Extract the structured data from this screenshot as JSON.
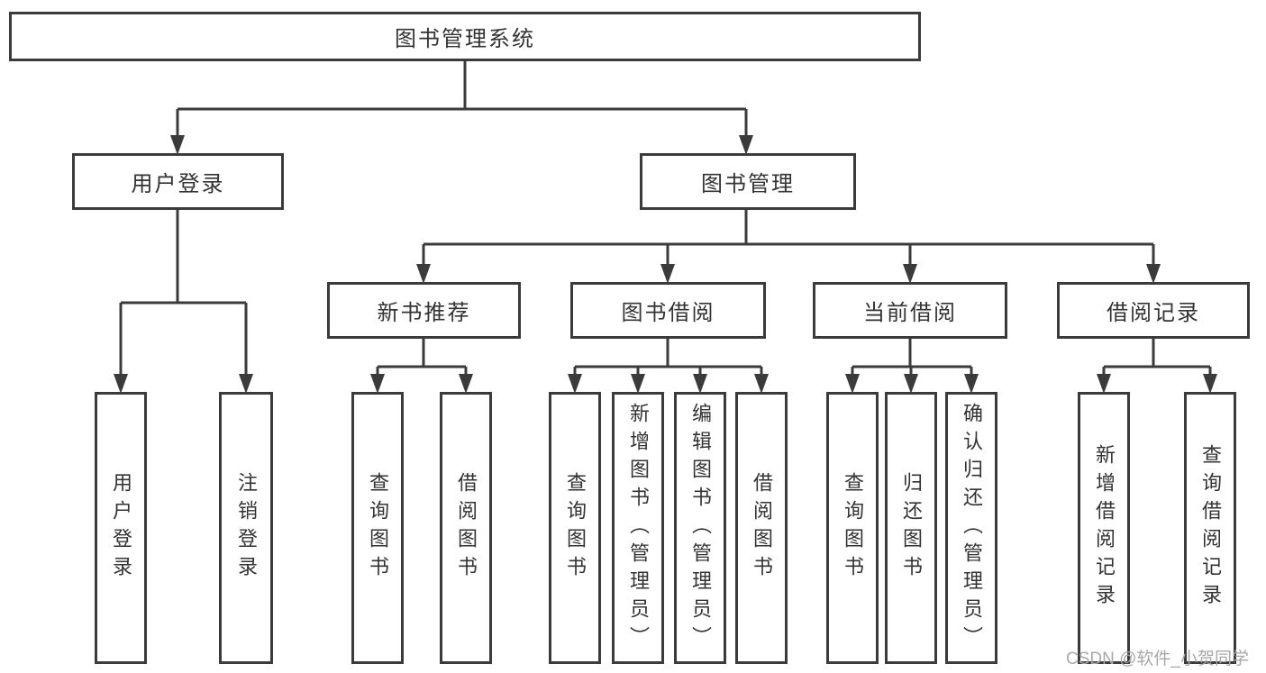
{
  "diagram": {
    "title": "图书管理系统",
    "nodes": {
      "root": "图书管理系统",
      "user_login": "用户登录",
      "book_mgmt": "图书管理",
      "new_book_rec": "新书推荐",
      "book_borrow": "图书借阅",
      "current_borrow": "当前借阅",
      "borrow_records": "借阅记录",
      "leaf_user_login": "用户登录",
      "leaf_logout": "注销登录",
      "leaf_rec_query": "查询图书",
      "leaf_rec_borrow": "借阅图书",
      "leaf_bb_query": "查询图书",
      "leaf_bb_add": "新增图书（管理员）",
      "leaf_bb_edit": "编辑图书（管理员）",
      "leaf_bb_borrow": "借阅图书",
      "leaf_cb_query": "查询图书",
      "leaf_cb_return": "归还图书",
      "leaf_cb_confirm": "确认归还（管理员）",
      "leaf_br_add": "新增借阅记录",
      "leaf_br_query": "查询借阅记录"
    },
    "hierarchy": {
      "图书管理系统": {
        "用户登录": [
          "用户登录",
          "注销登录"
        ],
        "图书管理": {
          "新书推荐": [
            "查询图书",
            "借阅图书"
          ],
          "图书借阅": [
            "查询图书",
            "新增图书（管理员）",
            "编辑图书（管理员）",
            "借阅图书"
          ],
          "当前借阅": [
            "查询图书",
            "归还图书",
            "确认归还（管理员）"
          ],
          "借阅记录": [
            "新增借阅记录",
            "查询借阅记录"
          ]
        }
      }
    }
  },
  "watermark": "CSDN @软件_小贺同学",
  "colors": {
    "line": "#3b3b3b",
    "box_border": "#3b3b3b",
    "box_fill": "#ffffff",
    "text": "#333333",
    "watermark": "#a8a8a8"
  }
}
